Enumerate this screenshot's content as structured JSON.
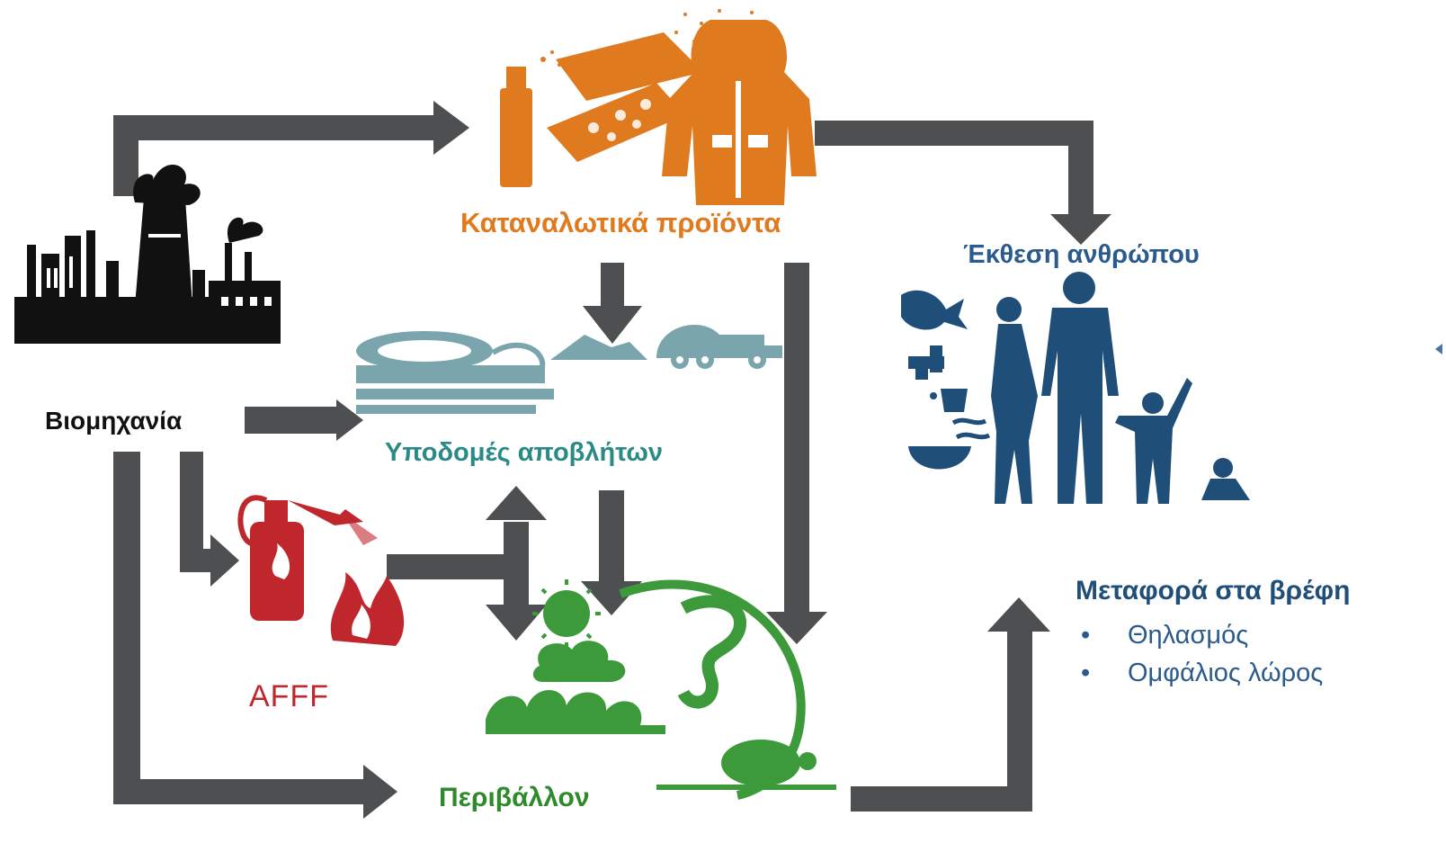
{
  "labels": {
    "consumer_products": "Καταναλωτικά προϊόντα",
    "industry": "Βιομηχανία",
    "waste_infrastructure": "Υποδομές αποβλήτων",
    "human_exposure": "Έκθεση ανθρώπου",
    "afff": "AFFF",
    "environment": "Περιβάλλον",
    "transfer_to_infants": "Μεταφορά στα βρέφη"
  },
  "transfer_routes": [
    "Θηλασμός",
    "Ομφάλιος λώρος"
  ],
  "bullet_glyph": "•",
  "colors": {
    "arrow": "#4d4f50",
    "industry": "#111111",
    "consumer": "#e07a1f",
    "waste": "#7aa5ad",
    "waste_text": "#2a8a86",
    "afff": "#c0272d",
    "environment": "#3d9a3a",
    "environment_text": "#2e8a2b",
    "human": "#1f4e79",
    "human_text": "#2a5b8c"
  },
  "icons": [
    "factory-icon",
    "spray-can-icon",
    "pizza-box-icon",
    "rain-jacket-icon",
    "treatment-plant-icon",
    "landfill-icon",
    "garbage-truck-icon",
    "fire-extinguisher-icon",
    "flame-icon",
    "sun-icon",
    "globe-icon",
    "wave-icon",
    "turtle-icon",
    "fish-icon",
    "faucet-icon",
    "cup-icon",
    "food-bowl-icon",
    "family-silhouette-icon",
    "baby-icon"
  ]
}
